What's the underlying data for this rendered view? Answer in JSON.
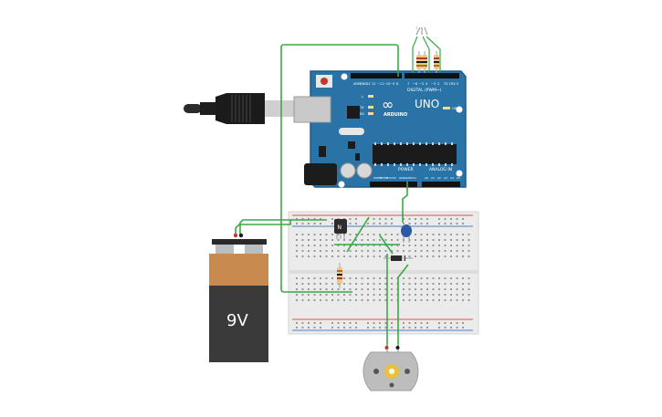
{
  "board": {
    "brand": "ARDUINO",
    "model": "UNO",
    "logo_symbol": "∞",
    "header_digital": "DIGITAL (PWM~)",
    "header_power": "POWER",
    "header_analog": "ANALOG IN",
    "pin_labels_top": [
      "AREF",
      "GND",
      "13",
      "12",
      "~11",
      "~10",
      "~9",
      "8",
      "7",
      "~6",
      "~5",
      "4",
      "~3",
      "2",
      "TX 1",
      "RX 0"
    ],
    "pin_labels_power": [
      "IOREF",
      "RESET",
      "3.3V",
      "5V",
      "GND",
      "GND",
      "Vin"
    ],
    "pin_labels_analog": [
      "A0",
      "A1",
      "A2",
      "A3",
      "A4",
      "A5"
    ],
    "led_labels": [
      "L",
      "TX",
      "RX",
      "ON"
    ]
  },
  "battery": {
    "label": "9V"
  },
  "transistor": {
    "label": "N"
  },
  "colors": {
    "board": "#2a73a6",
    "board_dark": "#1f5d88",
    "wire": "#3aa844",
    "battery_top": "#c98a4e",
    "battery_body": "#3a3a3a",
    "breadboard": "#ebebeb",
    "rail_red": "#d9534f",
    "rail_blue": "#4a7fc1"
  }
}
